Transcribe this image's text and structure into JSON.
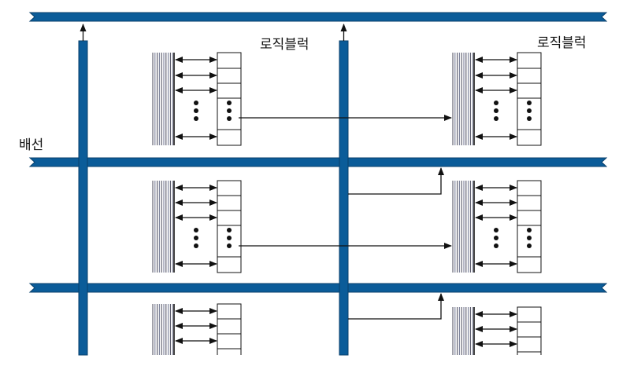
{
  "labels": {
    "logic_block_center": "로직블럭",
    "logic_block_right": "로직블럭",
    "wiring": "배선"
  },
  "colors": {
    "bus": "#0b5c99",
    "bus_dark": "#083f6b",
    "line": "#111111",
    "hatch": "#555566",
    "background": "#ffffff"
  }
}
